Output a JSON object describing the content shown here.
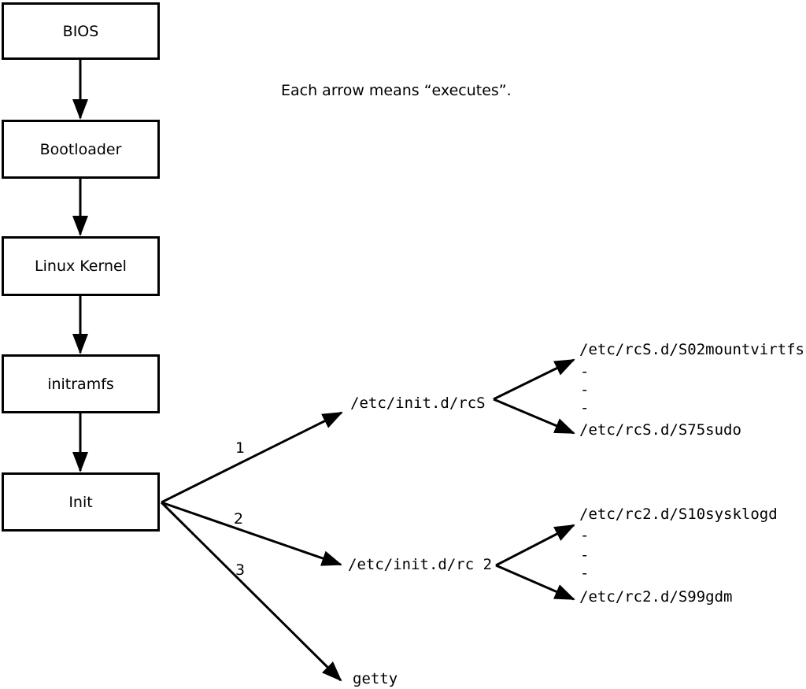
{
  "note": "Each arrow means “executes”.",
  "colors": {
    "ink": "#000000",
    "background": "#ffffff"
  },
  "boot_chain": {
    "boxes": [
      {
        "label": "BIOS"
      },
      {
        "label": "Bootloader"
      },
      {
        "label": "Linux Kernel"
      },
      {
        "label": "initramfs"
      },
      {
        "label": "Init"
      }
    ]
  },
  "init_branches": [
    {
      "label": "1",
      "target": "/etc/init.d/rcS",
      "children": {
        "first": "/etc/rcS.d/S02mountvirtfs",
        "ellipsis": [
          "-",
          "-",
          "-"
        ],
        "last": "/etc/rcS.d/S75sudo"
      }
    },
    {
      "label": "2",
      "target": "/etc/init.d/rc 2",
      "children": {
        "first": "/etc/rc2.d/S10sysklogd",
        "ellipsis": [
          "-",
          "-",
          "-"
        ],
        "last": "/etc/rc2.d/S99gdm"
      }
    },
    {
      "label": "3",
      "target": "getty"
    }
  ]
}
